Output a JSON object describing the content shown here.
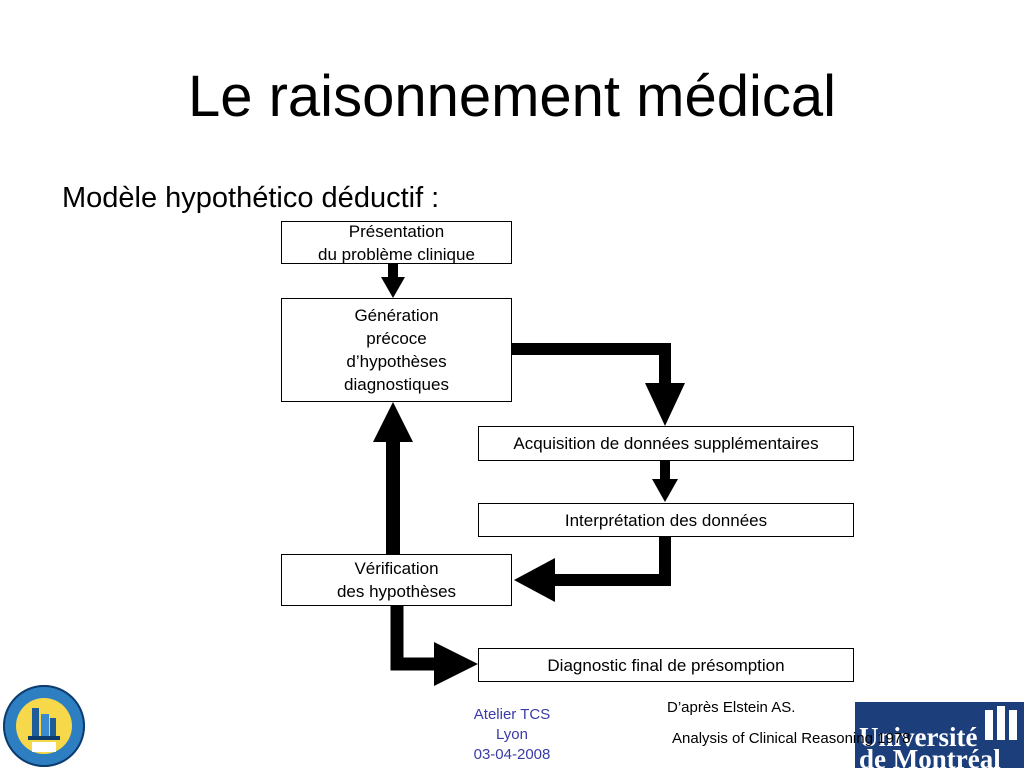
{
  "slide": {
    "title": "Le raisonnement médical",
    "subtitle": "Modèle hypothético déductif :"
  },
  "diagram": {
    "boxes": {
      "presentation": [
        "Présentation",
        "du problème clinique"
      ],
      "generation": [
        "Génération",
        "précoce",
        "d’hypothèses",
        "diagnostiques"
      ],
      "acquisition": [
        "Acquisition de données supplémentaires"
      ],
      "interpretation": [
        "Interprétation des données"
      ],
      "verification": [
        "Vérification",
        "des hypothèses"
      ],
      "diagnostic": [
        "Diagnostic final de présomption"
      ]
    }
  },
  "footer": {
    "lines": [
      "Atelier TCS",
      "Lyon",
      "03-04-2008"
    ],
    "color": "#3a3aa8"
  },
  "credit": {
    "line1": "D’après Elstein AS.",
    "line2": "Analysis of Clinical Reasoning 1978"
  },
  "logos": {
    "left": "faculte-de-medecine-seal",
    "right": {
      "line1": "Université",
      "line2": "de Montréal",
      "color": "#1c3f7c"
    }
  }
}
